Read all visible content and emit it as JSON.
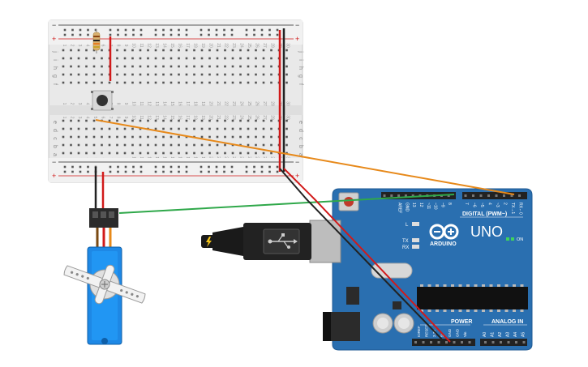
{
  "breadboard": {
    "rail_plus": "+",
    "rail_minus": "−",
    "rows_top": [
      "j",
      "i",
      "h",
      "g",
      "f"
    ],
    "rows_bottom": [
      "e",
      "d",
      "c",
      "b",
      "a"
    ],
    "column_numbers": [
      "1",
      "2",
      "3",
      "4",
      "5",
      "6",
      "7",
      "8",
      "9",
      "10",
      "11",
      "12",
      "13",
      "14",
      "15",
      "16",
      "17",
      "18",
      "19",
      "20",
      "21",
      "22",
      "23",
      "24",
      "25",
      "26",
      "27",
      "28",
      "29",
      "30"
    ]
  },
  "arduino": {
    "board_name": "UNO",
    "brand": "ARDUINO",
    "digital_header": "DIGITAL (PWM~)",
    "power_header": "POWER",
    "analog_header": "ANALOG IN",
    "on_label": "ON",
    "led_l": "L",
    "led_tx": "TX",
    "led_rx": "RX",
    "digital_pins": [
      "AREF",
      "GND",
      "13",
      "12",
      "~11",
      "~10",
      "~9",
      "8",
      "7",
      "~6",
      "~5",
      "4",
      "~3",
      "2",
      "TX→1",
      "RX←0"
    ],
    "power_pins": [
      "IOREF",
      "RESET",
      "3.3V",
      "5V",
      "GND",
      "GND",
      "Vin"
    ],
    "analog_pins": [
      "A0",
      "A1",
      "A2",
      "A3",
      "A4",
      "A5"
    ]
  },
  "colors": {
    "board_blue": "#2a6fb0",
    "wire_red": "#d11a1a",
    "wire_black": "#222222",
    "wire_green": "#2fa84a",
    "wire_orange": "#e7891a",
    "servo_blue": "#1e88e5"
  }
}
